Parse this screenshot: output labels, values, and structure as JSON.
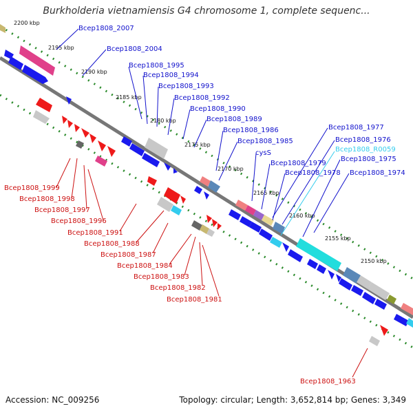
{
  "title": "Burkholderia vietnamiensis G4 chromosome 1, complete sequenc...",
  "footer": {
    "accession": "Accession: NC_009256",
    "stats": "Topology: circular; Length: 3,652,814 bp; Genes: 3,349"
  },
  "colors": {
    "forward_label": "#1010cc",
    "reverse_label": "#cc1010",
    "rna_label": "#33ccee",
    "backbone": "#888888",
    "tick_dots": "#2a8a2a",
    "forward_gene": "#1a1aee",
    "reverse_gene": "#ee1a1a"
  },
  "kbp_ticks": [
    "2200 kbp",
    "2195 kbp",
    "2190 kbp",
    "2185 kbp",
    "2180 kbp",
    "2175 kbp",
    "2170 kbp",
    "2165 kbp",
    "2160 kbp",
    "2155 kbp",
    "2150 kbp"
  ],
  "forward_labels": [
    {
      "text": "Bcep1808_2007",
      "kind": "cds"
    },
    {
      "text": "Bcep1808_2004",
      "kind": "cds"
    },
    {
      "text": "Bcep1808_1995",
      "kind": "cds"
    },
    {
      "text": "Bcep1808_1994",
      "kind": "cds"
    },
    {
      "text": "Bcep1808_1993",
      "kind": "cds"
    },
    {
      "text": "Bcep1808_1992",
      "kind": "cds"
    },
    {
      "text": "Bcep1808_1990",
      "kind": "cds"
    },
    {
      "text": "Bcep1808_1989",
      "kind": "cds"
    },
    {
      "text": "Bcep1808_1986",
      "kind": "cds"
    },
    {
      "text": "Bcep1808_1985",
      "kind": "cds"
    },
    {
      "text": "cysS",
      "kind": "cds"
    },
    {
      "text": "Bcep1808_1977",
      "kind": "cds"
    },
    {
      "text": "Bcep1808_1976",
      "kind": "cds"
    },
    {
      "text": "Bcep1808_R0059",
      "kind": "rna"
    },
    {
      "text": "Bcep1808_1975",
      "kind": "cds"
    },
    {
      "text": "Bcep1808_1979",
      "kind": "cds"
    },
    {
      "text": "Bcep1808_1978",
      "kind": "cds"
    },
    {
      "text": "Bcep1808_1974",
      "kind": "cds"
    }
  ],
  "reverse_labels": [
    {
      "text": "Bcep1808_1999"
    },
    {
      "text": "Bcep1808_1998"
    },
    {
      "text": "Bcep1808_1997"
    },
    {
      "text": "Bcep1808_1996"
    },
    {
      "text": "Bcep1808_1991"
    },
    {
      "text": "Bcep1808_1988"
    },
    {
      "text": "Bcep1808_1987"
    },
    {
      "text": "Bcep1808_1984"
    },
    {
      "text": "Bcep1808_1983"
    },
    {
      "text": "Bcep1808_1982"
    },
    {
      "text": "Bcep1808_1981"
    },
    {
      "text": "Bcep1808_1963"
    }
  ]
}
